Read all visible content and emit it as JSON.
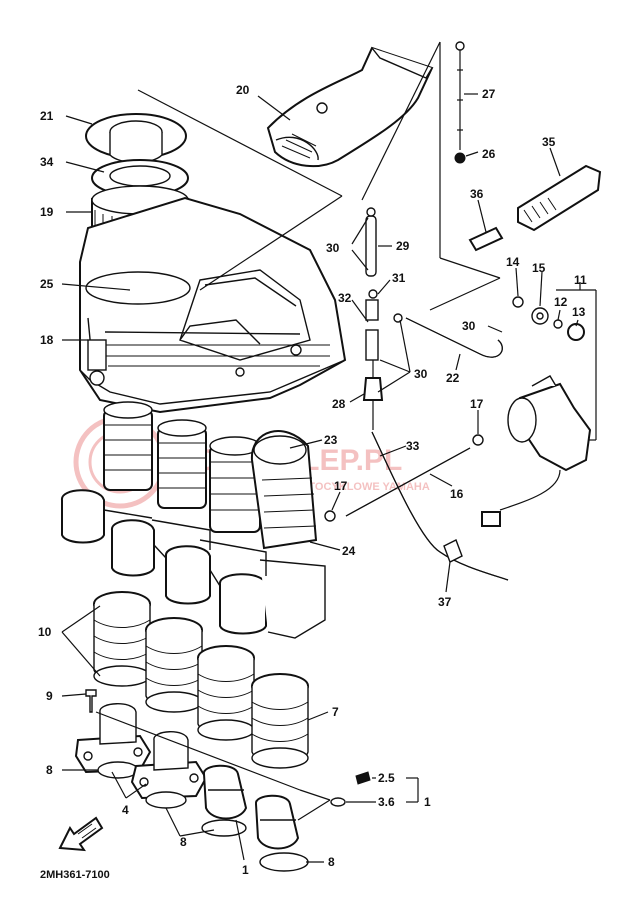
{
  "diagram": {
    "code": "2MH361-7100",
    "watermark": {
      "main": "MOTOSKLEP.PL",
      "sub": "NOWE CZĘŚCI MOTOCYKLOWE YAMAHA",
      "color": "#e05050"
    },
    "callouts": [
      {
        "id": "c27",
        "text": "27"
      },
      {
        "id": "c20",
        "text": "20"
      },
      {
        "id": "c21",
        "text": "21"
      },
      {
        "id": "c26",
        "text": "26"
      },
      {
        "id": "c35",
        "text": "35"
      },
      {
        "id": "c34",
        "text": "34"
      },
      {
        "id": "c36",
        "text": "36"
      },
      {
        "id": "c19",
        "text": "19"
      },
      {
        "id": "c30a",
        "text": "30"
      },
      {
        "id": "c29",
        "text": "29"
      },
      {
        "id": "c14",
        "text": "14"
      },
      {
        "id": "c15",
        "text": "15"
      },
      {
        "id": "c11",
        "text": "11"
      },
      {
        "id": "c31",
        "text": "31"
      },
      {
        "id": "c25",
        "text": "25"
      },
      {
        "id": "c32",
        "text": "32"
      },
      {
        "id": "c12",
        "text": "12"
      },
      {
        "id": "c13",
        "text": "13"
      },
      {
        "id": "c30b",
        "text": "30"
      },
      {
        "id": "c18",
        "text": "18"
      },
      {
        "id": "c30c",
        "text": "30"
      },
      {
        "id": "c22",
        "text": "22"
      },
      {
        "id": "c28",
        "text": "28"
      },
      {
        "id": "c17a",
        "text": "17"
      },
      {
        "id": "c23",
        "text": "23"
      },
      {
        "id": "c33",
        "text": "33"
      },
      {
        "id": "c17b",
        "text": "17"
      },
      {
        "id": "c16",
        "text": "16"
      },
      {
        "id": "c24",
        "text": "24"
      },
      {
        "id": "c37",
        "text": "37"
      },
      {
        "id": "c10",
        "text": "10"
      },
      {
        "id": "c9",
        "text": "9"
      },
      {
        "id": "c7",
        "text": "7"
      },
      {
        "id": "c8a",
        "text": "8"
      },
      {
        "id": "c25b",
        "text": "2.5"
      },
      {
        "id": "c4",
        "text": "4"
      },
      {
        "id": "c36b",
        "text": "3.6"
      },
      {
        "id": "c1a",
        "text": "1"
      },
      {
        "id": "c8b",
        "text": "8"
      },
      {
        "id": "c1b",
        "text": "1"
      },
      {
        "id": "c8c",
        "text": "8"
      }
    ]
  }
}
